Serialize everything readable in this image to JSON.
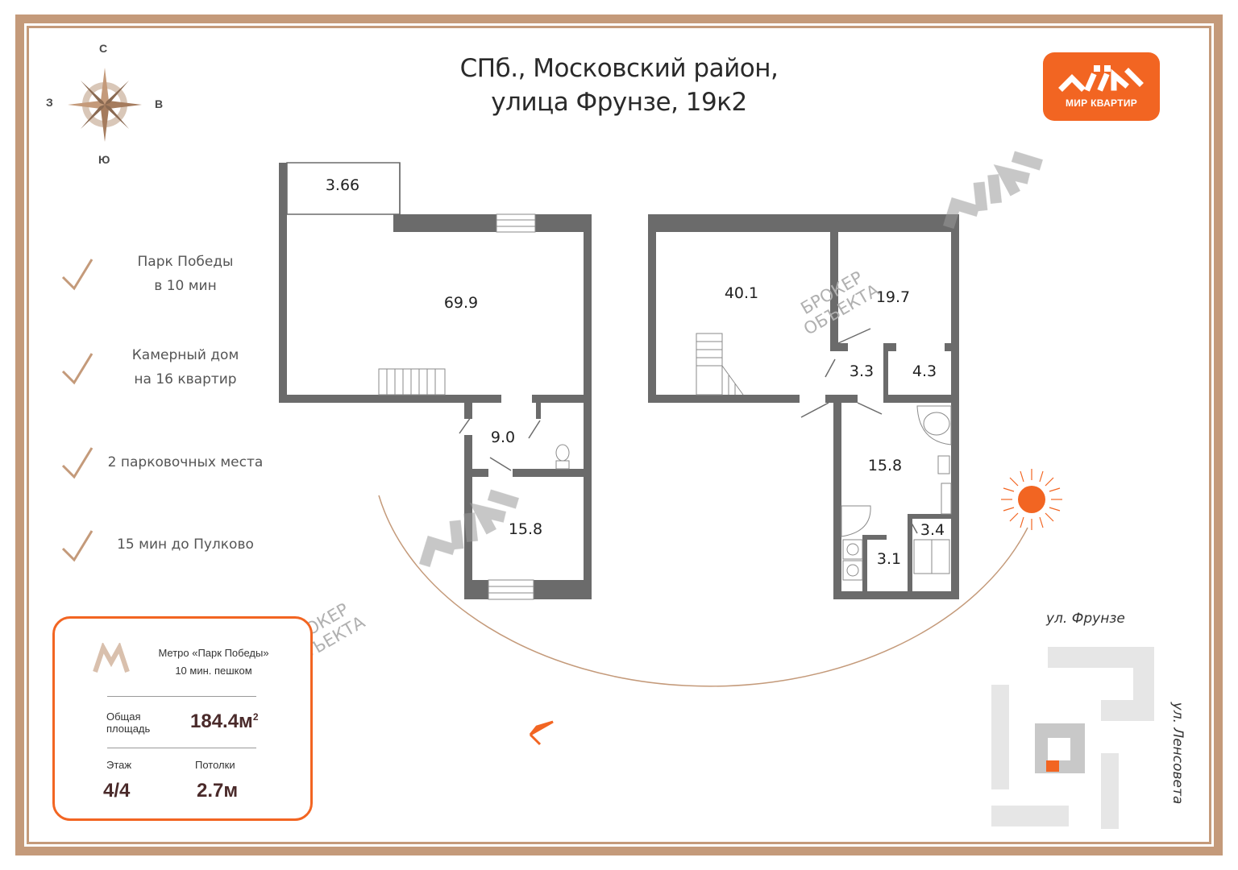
{
  "title": {
    "line1": "СПб., Московский район,",
    "line2": "улица Фрунзе, 19к2"
  },
  "compass": {
    "north": "С",
    "south": "Ю",
    "west": "З",
    "east": "В",
    "icon": "compass-rose-icon"
  },
  "brand": {
    "name": "МИР КВАРТИР",
    "color": "#f26522",
    "icon": "mir-kvartir-logo-icon"
  },
  "features": [
    {
      "line1": "Парк Победы",
      "line2": "в 10 мин"
    },
    {
      "line1": "Камерный дом",
      "line2": "на 16 квартир"
    },
    {
      "line1": "2 парковочных места",
      "line2": ""
    },
    {
      "line1": "15 мин до Пулково",
      "line2": ""
    }
  ],
  "info": {
    "metro_line1": "Метро «Парк Победы»",
    "metro_line2": "10 мин. пешком",
    "area_label_line1": "Общая",
    "area_label_line2": "площадь",
    "area_value": "184.4м",
    "area_sup": "2",
    "floor_label": "Этаж",
    "floor_value": "4/4",
    "ceiling_label": "Потолки",
    "ceiling_value": "2.7м"
  },
  "rooms_level1": {
    "balcony": "3.66",
    "living": "69.9",
    "hall": "9.0",
    "bedroom": "15.8"
  },
  "rooms_level2": {
    "room_large": "40.1",
    "room_right": "19.7",
    "hall": "3.3",
    "closet": "4.3",
    "bath": "15.8",
    "laundry": "3.1",
    "storage": "3.4"
  },
  "watermarks": {
    "line1": "БРОКЕР",
    "line2": "ОБЪЕКТА"
  },
  "streets": {
    "frunze": "ул. Фрунзе",
    "lensoveta": "ул. Ленсовета"
  },
  "colors": {
    "frame": "#c49a7a",
    "accent": "#f26522",
    "wall": "#6b6b6b"
  }
}
